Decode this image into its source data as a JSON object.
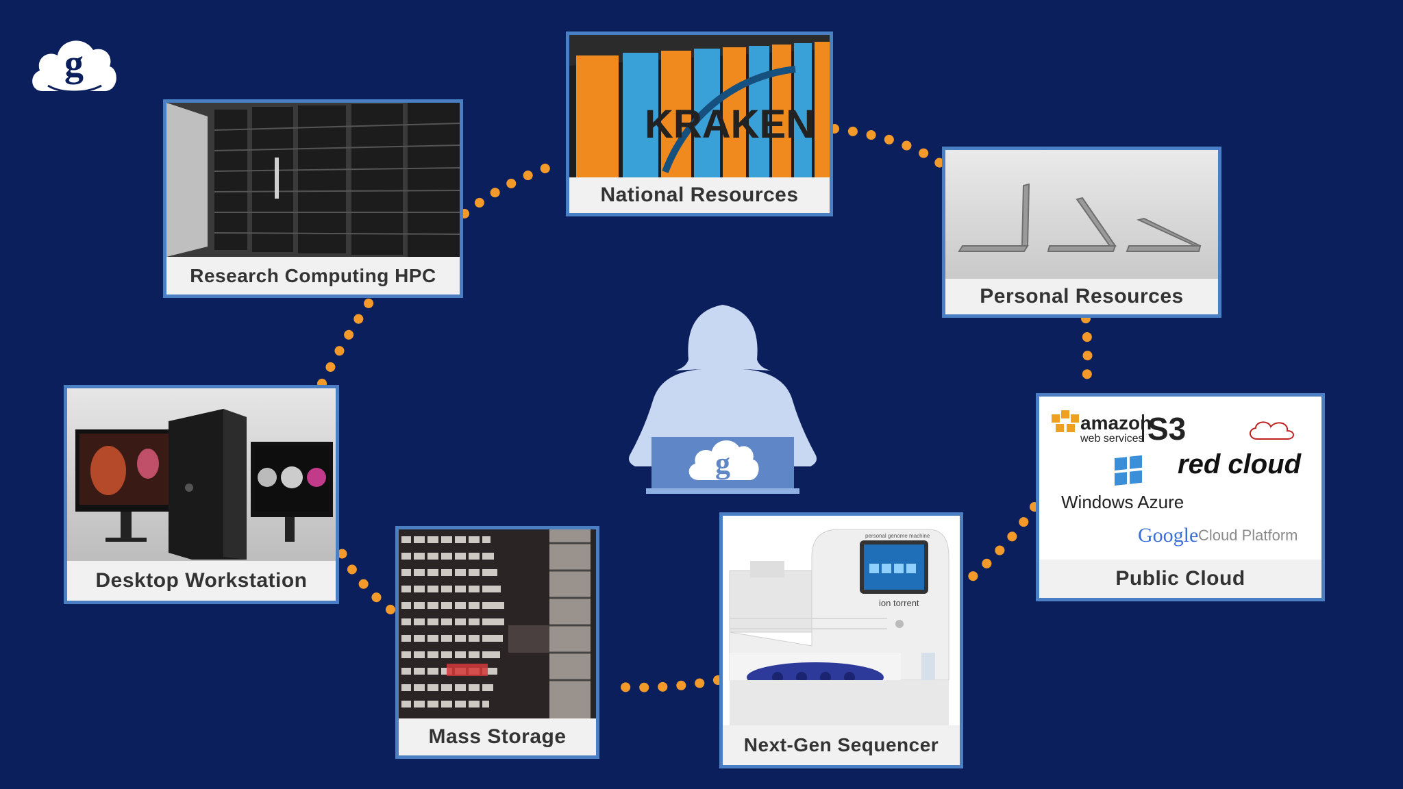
{
  "nodes": {
    "research_hpc": {
      "label": "Research Computing HPC"
    },
    "national": {
      "label": "National Resources",
      "photo_text": "KRAKEN"
    },
    "personal": {
      "label": "Personal Resources"
    },
    "desktop": {
      "label": "Desktop Workstation"
    },
    "public_cloud": {
      "label": "Public Cloud",
      "logos": {
        "amazon": "amazon",
        "amazon_sub": "web services",
        "s3": "S3",
        "redcloud": "red cloud",
        "azure": "Windows Azure",
        "google_word": "Google",
        "google_rest": "Cloud Platform"
      }
    },
    "mass_storage": {
      "label": "Mass Storage"
    },
    "sequencer": {
      "label": "Next-Gen Sequencer",
      "device_name": "ion torrent",
      "device_header": "personal genome machine"
    }
  },
  "colors": {
    "background": "#0a1f5c",
    "card_border": "#4a7fc4",
    "connector": "#f39a2a",
    "user_silhouette": "#c8d7f2"
  },
  "icons": {
    "brand": "globus-cloud-logo-icon",
    "center": "user-with-laptop-icon"
  }
}
